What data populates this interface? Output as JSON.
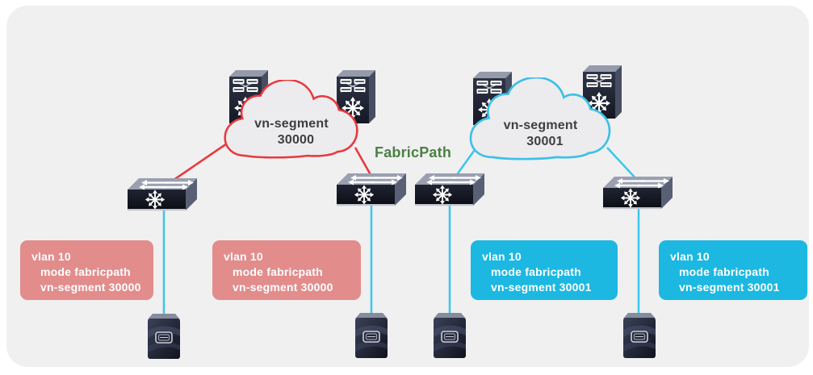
{
  "figure": {
    "type": "network-diagram",
    "title_none_visible": "",
    "background_color": "#f0f0f1",
    "fabricpath_label": {
      "text": "FabricPath",
      "color": "#4c8045"
    },
    "clouds": [
      {
        "id": "cloud-30000",
        "line1": "vn-segment",
        "line2": "30000",
        "border_color": "#e8393f"
      },
      {
        "id": "cloud-30001",
        "line1": "vn-segment",
        "line2": "30001",
        "border_color": "#3fc0e6"
      }
    ],
    "config_boxes": [
      {
        "color": "#e28c8c",
        "lines": [
          "vlan 10",
          "mode fabricpath",
          "vn-segment 30000"
        ]
      },
      {
        "color": "#e28c8c",
        "lines": [
          "vlan 10",
          "mode fabricpath",
          "vn-segment 30000"
        ]
      },
      {
        "color": "#1cb8e2",
        "lines": [
          "vlan 10",
          "mode fabricpath",
          "vn-segment 30001"
        ]
      },
      {
        "color": "#1cb8e2",
        "lines": [
          "vlan 10",
          "mode fabricpath",
          "vn-segment 30001"
        ]
      }
    ],
    "icons": {
      "spine_switch": "spine-switch-icon",
      "leaf_switch": "leaf-switch-icon",
      "server": "server-icon",
      "fabric_glyph": "fabric-snowflake-icon"
    },
    "node_counts": {
      "spine_switches": 4,
      "leaf_switches": 4,
      "servers": 4
    },
    "link_colors": {
      "segment_30000": "#e8393f",
      "segment_30001": "#3bc5ee",
      "access_links": "#3bc5ee"
    }
  }
}
